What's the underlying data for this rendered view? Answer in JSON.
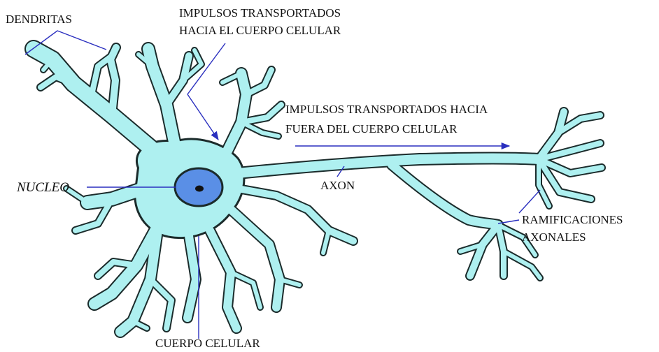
{
  "colors": {
    "cell": "#aef0f0",
    "outline": "#1b2b2b",
    "nucleus": "#5a8fe6",
    "nucleolus": "#111111",
    "pointer": "#2a2fbf",
    "background": "#ffffff"
  },
  "labels": {
    "dendritas": "DENDRITAS",
    "impulses_in_line1": "IMPULSOS TRANSPORTADOS",
    "impulses_in_line2": "HACIA EL CUERPO CELULAR",
    "impulses_out_line1": "IMPULSOS TRANSPORTADOS HACIA",
    "impulses_out_line2": "FUERA DEL CUERPO CELULAR",
    "nucleo": "NUCLEO",
    "axon": "AXON",
    "ramificaciones_line1": "RAMIFICACIONES",
    "ramificaciones_line2": "AXONALES",
    "cuerpo_celular": "CUERPO CELULAR"
  }
}
